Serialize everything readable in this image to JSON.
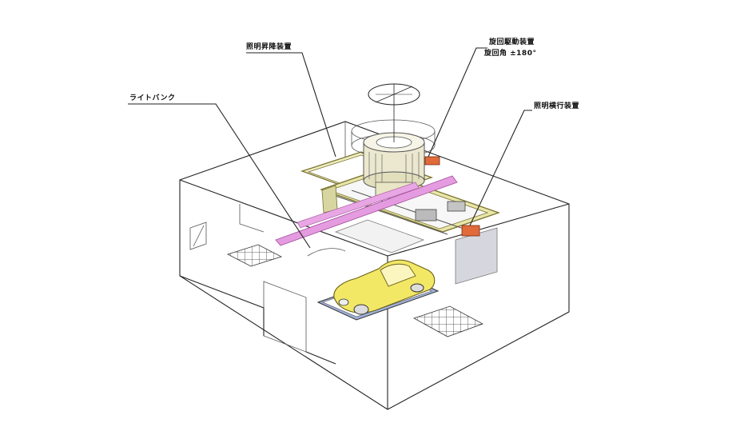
{
  "labels": {
    "light_bank": "ライトバンク",
    "top_center": "照明昇降装置",
    "top_right_line1": "旋回駆動装置",
    "top_right_line2": "旋回角 ±180°",
    "right": "照明横行装置"
  },
  "colors": {
    "frame_yellow": "#e8e6a8",
    "frame_edge": "#7a7230",
    "light_bar": "#e59be0",
    "car": "#f2e866",
    "turntable": "#9fb0d8",
    "motor": "#e06a3a",
    "wall_shade": "#cfcfd6"
  }
}
